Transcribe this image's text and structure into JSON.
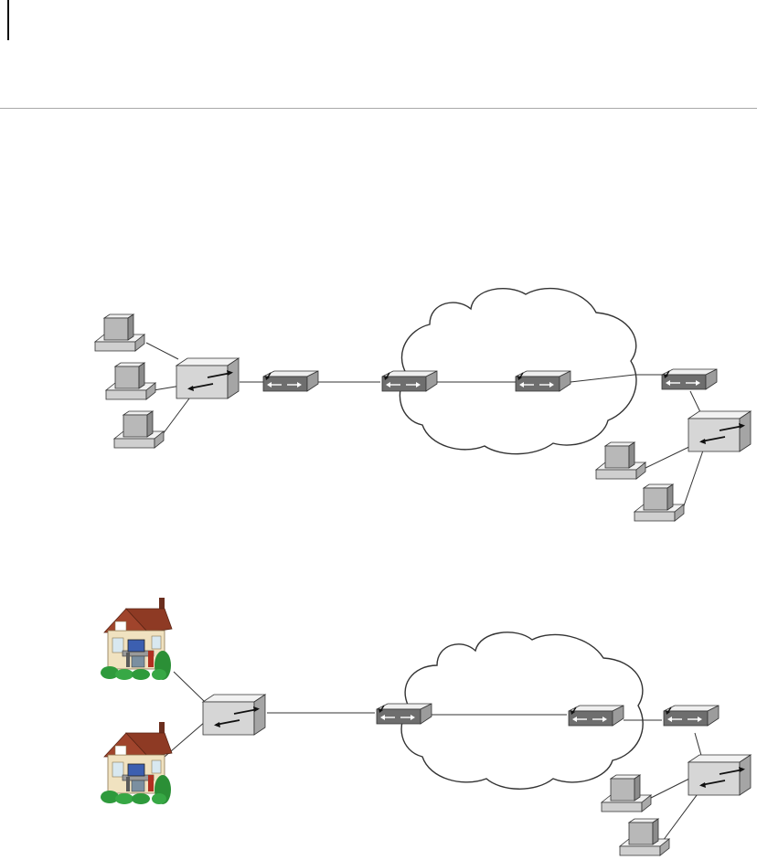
{
  "figure": {
    "nodes": [
      {
        "id": "pc-a1",
        "kind": "desktop-computer"
      },
      {
        "id": "pc-a2",
        "kind": "desktop-computer"
      },
      {
        "id": "pc-a3",
        "kind": "desktop-computer"
      },
      {
        "id": "switch-a-left",
        "kind": "network-switch"
      },
      {
        "id": "router-a1",
        "kind": "router"
      },
      {
        "id": "router-a2",
        "kind": "router"
      },
      {
        "id": "router-a3",
        "kind": "router"
      },
      {
        "id": "router-a4",
        "kind": "router"
      },
      {
        "id": "switch-a-right",
        "kind": "network-switch"
      },
      {
        "id": "pc-a4",
        "kind": "desktop-computer"
      },
      {
        "id": "pc-a5",
        "kind": "desktop-computer"
      },
      {
        "id": "cloud-a",
        "kind": "network-cloud"
      },
      {
        "id": "home-b1",
        "kind": "house-with-computer"
      },
      {
        "id": "home-b2",
        "kind": "house-with-computer"
      },
      {
        "id": "switch-b-left",
        "kind": "network-switch"
      },
      {
        "id": "router-b1",
        "kind": "router"
      },
      {
        "id": "router-b2",
        "kind": "router"
      },
      {
        "id": "router-b3",
        "kind": "router"
      },
      {
        "id": "switch-b-right",
        "kind": "network-switch"
      },
      {
        "id": "pc-b1",
        "kind": "desktop-computer"
      },
      {
        "id": "pc-b2",
        "kind": "desktop-computer"
      },
      {
        "id": "cloud-b",
        "kind": "network-cloud"
      }
    ],
    "links": [
      [
        "pc-a1",
        "switch-a-left"
      ],
      [
        "pc-a2",
        "switch-a-left"
      ],
      [
        "pc-a3",
        "switch-a-left"
      ],
      [
        "switch-a-left",
        "router-a1"
      ],
      [
        "router-a1",
        "router-a2"
      ],
      [
        "router-a2",
        "router-a3"
      ],
      [
        "router-a3",
        "router-a4"
      ],
      [
        "router-a4",
        "switch-a-right"
      ],
      [
        "switch-a-right",
        "pc-a4"
      ],
      [
        "switch-a-right",
        "pc-a5"
      ],
      [
        "home-b1",
        "switch-b-left"
      ],
      [
        "home-b2",
        "switch-b-left"
      ],
      [
        "switch-b-left",
        "router-b1"
      ],
      [
        "router-b1",
        "router-b2"
      ],
      [
        "router-b2",
        "router-b3"
      ],
      [
        "router-b3",
        "switch-b-right"
      ],
      [
        "switch-b-right",
        "pc-b1"
      ],
      [
        "switch-b-right",
        "pc-b2"
      ]
    ],
    "colors": {
      "line": "#333333",
      "device_light": "#e6e6e6",
      "device_mid": "#bdbdbd",
      "device_dark": "#8a8a8a",
      "router_band": "#6e6e6e",
      "roof": "#a0442c",
      "wall": "#f0e2c0",
      "foliage": "#2e9a3c",
      "screen": "#3c5fb0"
    }
  }
}
